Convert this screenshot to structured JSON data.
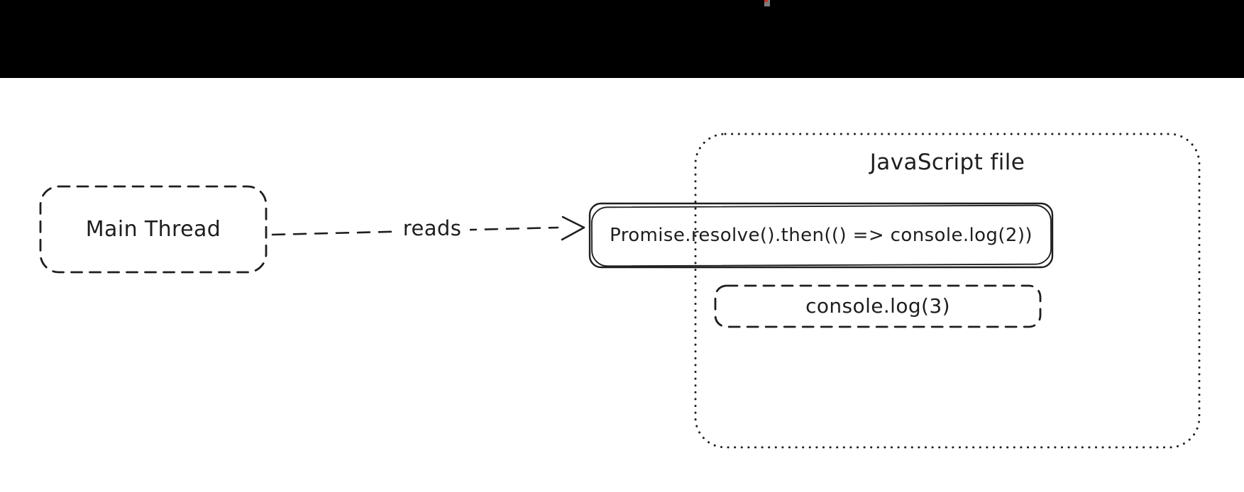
{
  "window": {
    "top_bar": {
      "background": "#000000",
      "artifact_red_color": "#c0392b",
      "artifact_gray_color": "#7c7c7c"
    }
  },
  "diagram": {
    "background": "#ffffff",
    "stroke_color": "#1e1e1e",
    "nodes": {
      "main_thread": {
        "label": "Main Thread",
        "border_style": "dashed"
      },
      "javascript_file": {
        "title": "JavaScript file",
        "border_style": "dotted"
      },
      "promise_statement": {
        "label": "Promise.resolve().then(() => console.log(2))",
        "border_style": "solid"
      },
      "console_log_3": {
        "label": "console.log(3)",
        "border_style": "dashed"
      }
    },
    "edges": {
      "reads": {
        "label": "reads",
        "style": "dashed-arrow",
        "from": "main_thread",
        "to": "promise_statement"
      }
    }
  }
}
